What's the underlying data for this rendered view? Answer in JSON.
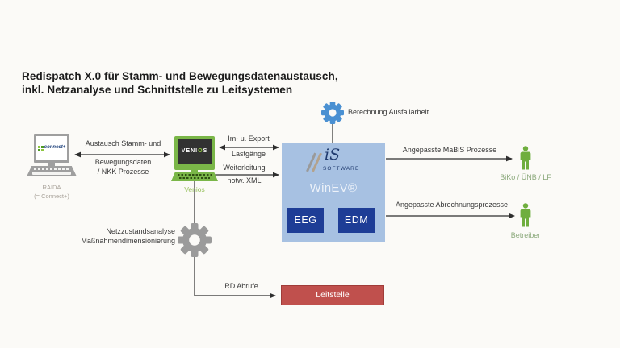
{
  "title": {
    "line1": "Redispatch X.0 für Stamm- und Bewegungsdatenaustausch,",
    "line2": "inkl. Netzanalyse und Schnittstelle zu Leitsystemen"
  },
  "nodes": {
    "raida": {
      "screen_brand": "connect+",
      "label": "RAIDA",
      "sublabel": "(= Connect+)"
    },
    "venios": {
      "screen_parts": [
        "VENI",
        "O",
        "S"
      ],
      "label": "Venios"
    },
    "winev": {
      "logo_name": "iS",
      "logo_sub": "SOFTWARE",
      "product": "WinEV®",
      "modules": [
        {
          "label": "EEG"
        },
        {
          "label": "EDM"
        }
      ]
    },
    "leitstelle": {
      "label": "Leitstelle"
    }
  },
  "actors": {
    "mabis": {
      "label": "BiKo / ÜNB / LF"
    },
    "betreiber": {
      "label": "Betreiber"
    }
  },
  "edges": {
    "raida_venios": {
      "above": "Austausch Stamm- und",
      "below1": "Bewegungsdaten",
      "below2": "/ NKK Prozesse"
    },
    "venios_winev_top": {
      "above": "Im- u. Export",
      "below": "Lastgänge"
    },
    "venios_winev_bottom": {
      "above": "Weiterleitung",
      "below": "notw. XML"
    },
    "winev_mabis": {
      "label": "Angepasste MaBiS Prozesse"
    },
    "winev_abrechnung": {
      "label": "Angepasste Abrechnungsprozesse"
    },
    "rd_abrufe": {
      "label": "RD Abrufe"
    }
  },
  "annotations": {
    "berechnung": "Berechnung Ausfallarbeit",
    "netzanalyse_line1": "Netzzustandsanalyse",
    "netzanalyse_line2": "Maßnahmendimensionierung"
  },
  "colors": {
    "background": "#fbfaf7",
    "winev_box": "#a7c1e2",
    "module_box": "#1e3d96",
    "leitstelle_red": "#c0504d",
    "gear_blue": "#4a90d2",
    "gear_gray": "#9b9b9b",
    "venios_green": "#7ab648",
    "actor_green": "#6fae3e",
    "actor_label_green": "#8aa87a",
    "connector": "#2e2e2e",
    "is_navy": "#1f3a6e"
  }
}
